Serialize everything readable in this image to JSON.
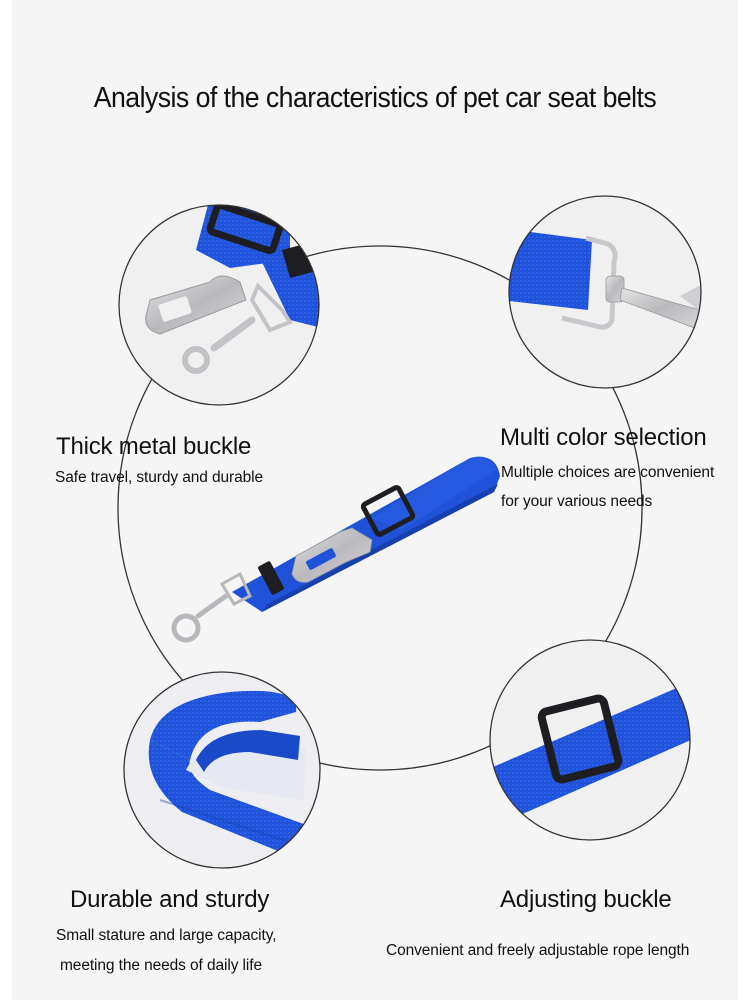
{
  "header": {
    "title": "Analysis of the characteristics of pet car seat belts"
  },
  "colors": {
    "background": "#f5f5f5",
    "strap_blue": "#1f52d8",
    "strap_blue_dark": "#173fae",
    "metal": "#c9c9cc",
    "buckle_black": "#1e1e22",
    "outline": "#333333"
  },
  "features": [
    {
      "title": "Thick metal buckle",
      "description_lines": [
        "Safe travel, sturdy and durable"
      ],
      "image": "metal-buckle-closeup"
    },
    {
      "title": "Multi color selection",
      "description_lines": [
        "Multiple choices are convenient",
        "for your various needs"
      ],
      "image": "swivel-hook-closeup"
    },
    {
      "title": "Durable and sturdy",
      "description_lines": [
        "Small stature and large capacity,",
        "meeting the needs of daily life"
      ],
      "image": "rolled-webbing-closeup"
    },
    {
      "title": "Adjusting buckle",
      "description_lines": [
        "Convenient and freely adjustable rope length"
      ],
      "image": "adjuster-slider-closeup"
    }
  ],
  "center_product": {
    "image": "full-seat-belt-leash"
  }
}
